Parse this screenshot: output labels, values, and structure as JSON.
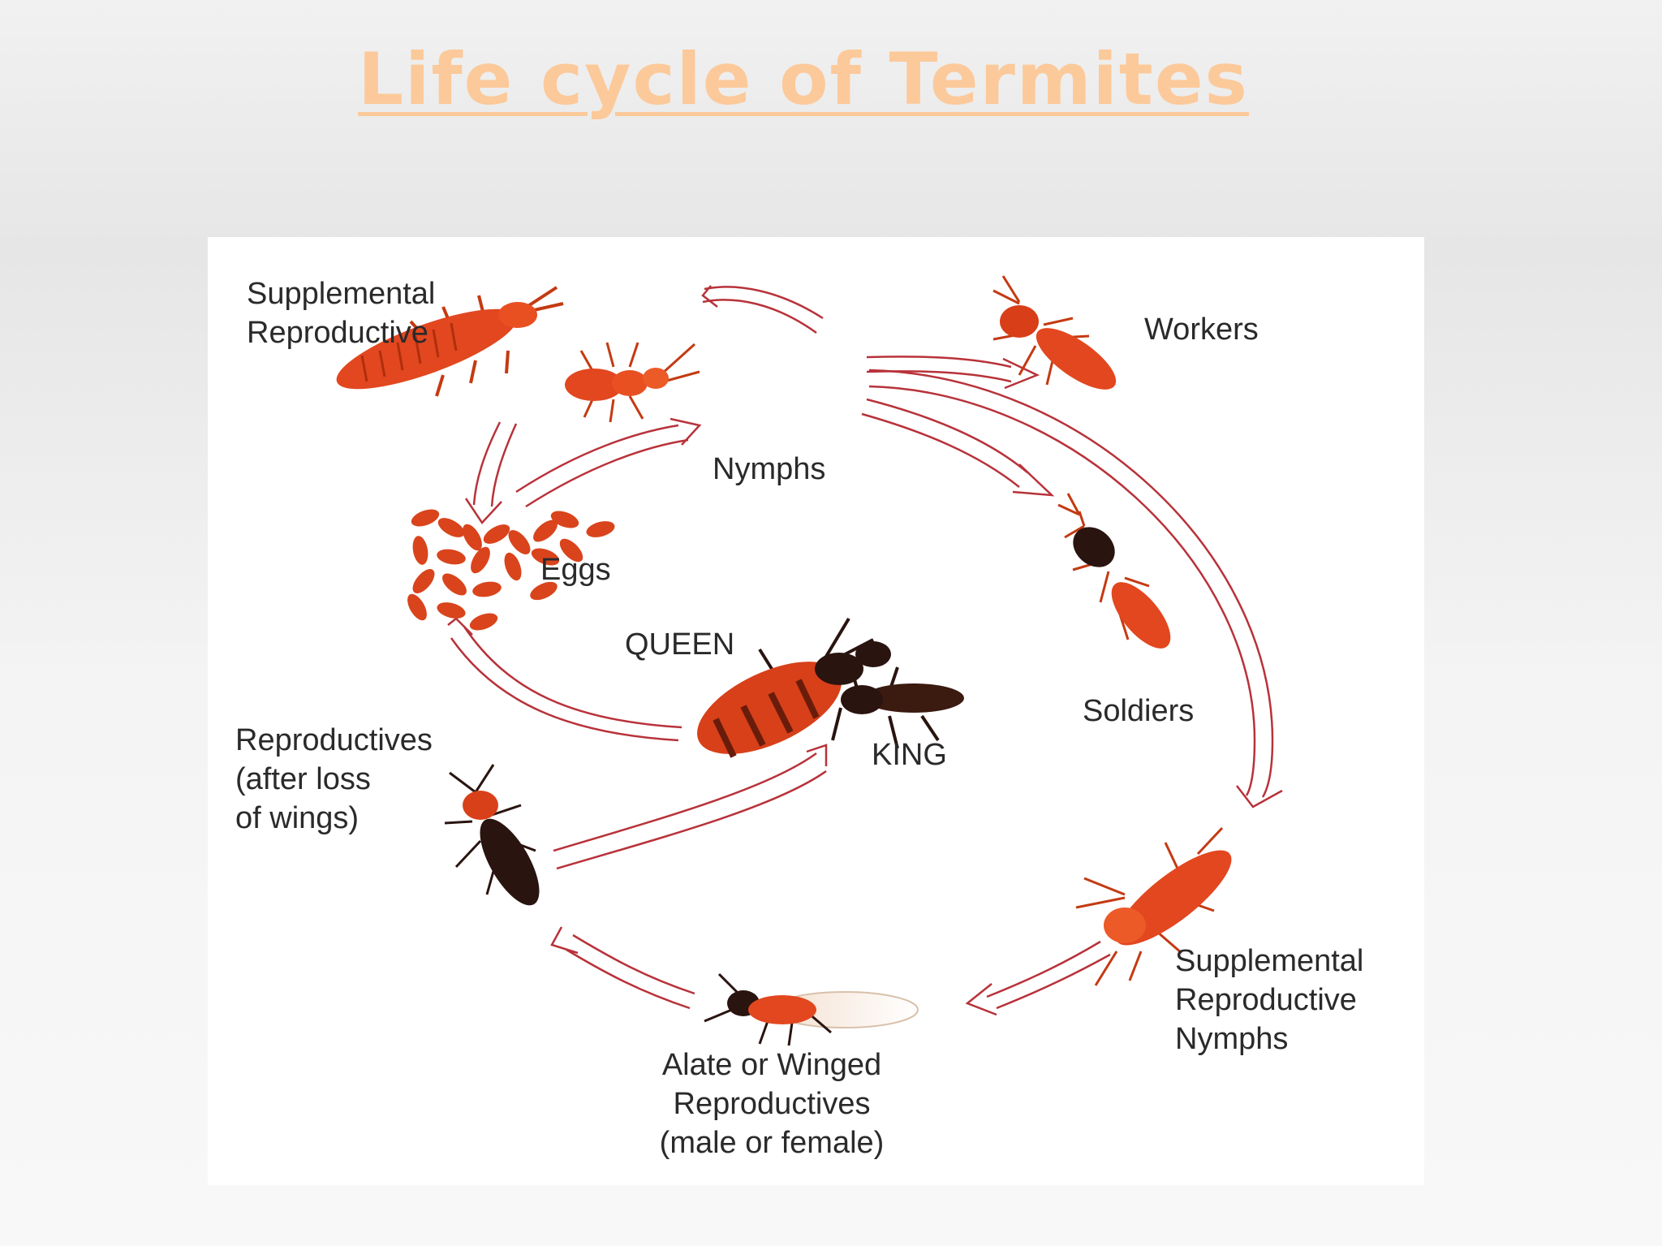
{
  "title": "Life cycle of Termites",
  "labels": {
    "supplemental_reproductive": "Supplemental\nReproductive",
    "nymphs": "Nymphs",
    "workers": "Workers",
    "eggs": "Eggs",
    "queen": "QUEEN",
    "king": "KING",
    "soldiers": "Soldiers",
    "reproductives_after_loss": "Reproductives\n(after loss\nof wings)",
    "supplemental_reproductive_nymphs": "Supplemental\nReproductive\nNymphs",
    "alate": "Alate or Winged\nReproductives\n(male or female)"
  },
  "colors": {
    "title": "#fcc99a",
    "arrow": "#b8323a",
    "termite": "#e2471f",
    "dark_termite": "#2a1410"
  }
}
